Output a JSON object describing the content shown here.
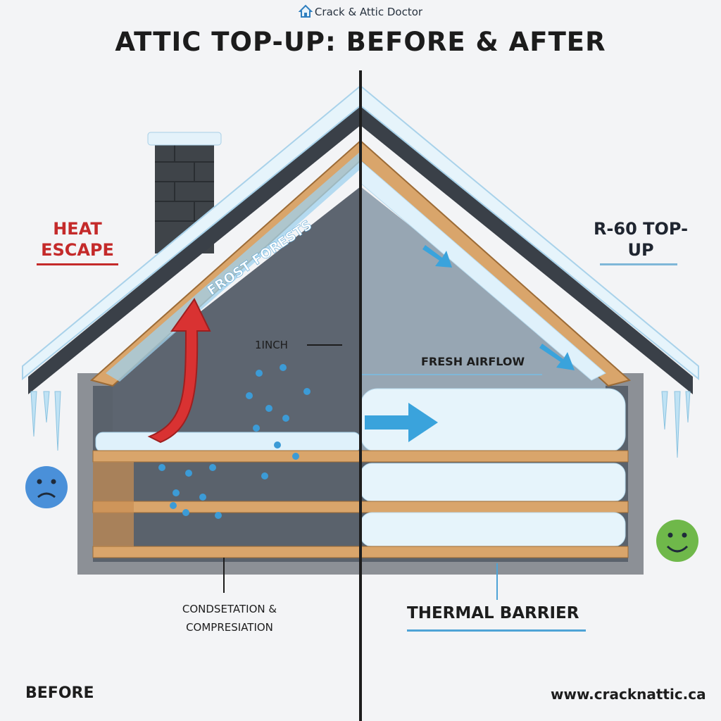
{
  "header": {
    "brand": "Crack & Attic Doctor",
    "title": "ATTIC TOP-UP: BEFORE & AFTER"
  },
  "labels": {
    "heat_escape": "HEAT ESCAPE",
    "frost_forests": "FROST FORESTS",
    "inch": "1INCH",
    "r60_top_up": "R-60 TOP-UP",
    "fresh_airflow": "FRESH AIRFLOW",
    "condensation": "CONDSETATION & COMPRESIATION",
    "thermal_barrier": "THERMAL BARRIER"
  },
  "footer": {
    "before": "BEFORE",
    "website": "www.cracknattic.ca"
  },
  "colors": {
    "heat": "#c42a2a",
    "airflow": "#3aa3dc",
    "snow": "#dff1fb",
    "wood": "#d9a56b",
    "sad_face": "#4a90d9",
    "happy_face": "#6fb84a"
  },
  "icons": [
    "house-icon",
    "sad-face-icon",
    "happy-face-icon",
    "heat-arrow-icon",
    "airflow-arrow-icon"
  ]
}
